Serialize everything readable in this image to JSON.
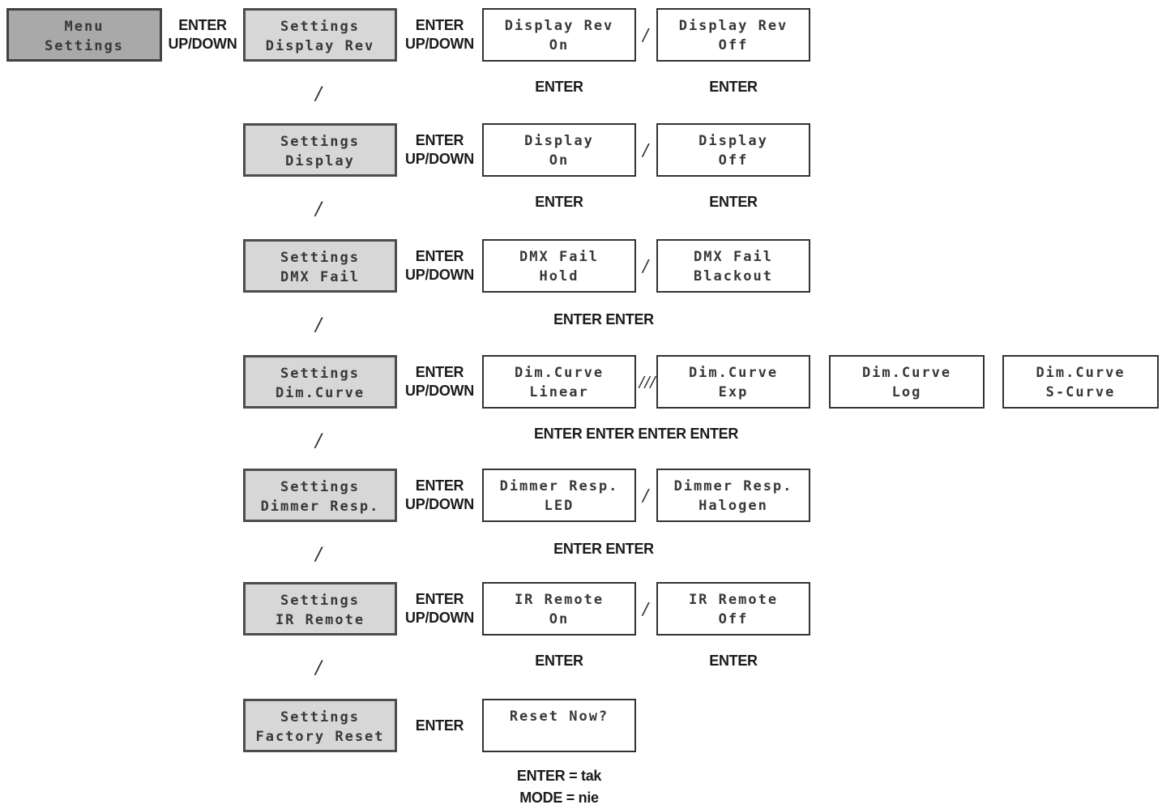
{
  "root": {
    "line1": "Menu",
    "line2": "Settings"
  },
  "root_trans": {
    "line1": "ENTER",
    "line2": "UP/DOWN"
  },
  "rows": [
    {
      "menu": {
        "line1": "Settings",
        "line2": "Display Rev"
      },
      "trans1": "ENTER",
      "trans2": "UP/DOWN",
      "separator": "/",
      "branch_slash": "/",
      "options": [
        {
          "line1": "Display Rev",
          "line2": "On"
        },
        {
          "line1": "Display Rev",
          "line2": "Off"
        }
      ],
      "option_enters": [
        "ENTER",
        "ENTER"
      ]
    },
    {
      "menu": {
        "line1": "Settings",
        "line2": "Display"
      },
      "trans1": "ENTER",
      "trans2": "UP/DOWN",
      "separator": "/",
      "branch_slash": "/",
      "options": [
        {
          "line1": "Display",
          "line2": "On"
        },
        {
          "line1": "Display",
          "line2": "Off"
        }
      ],
      "option_enters": [
        "ENTER",
        "ENTER"
      ]
    },
    {
      "menu": {
        "line1": "Settings",
        "line2": "DMX Fail"
      },
      "trans1": "ENTER",
      "trans2": "UP/DOWN",
      "separator": "/",
      "branch_slash": "/",
      "options": [
        {
          "line1": "DMX Fail",
          "line2": "Hold"
        },
        {
          "line1": "DMX Fail",
          "line2": "Blackout"
        }
      ],
      "below_combined": "ENTER ENTER"
    },
    {
      "menu": {
        "line1": "Settings",
        "line2": "Dim.Curve"
      },
      "trans1": "ENTER",
      "trans2": "UP/DOWN",
      "separator": "///",
      "branch_slash": "/",
      "options": [
        {
          "line1": "Dim.Curve",
          "line2": "Linear"
        },
        {
          "line1": "Dim.Curve",
          "line2": "Exp"
        },
        {
          "line1": "Dim.Curve",
          "line2": "Log"
        },
        {
          "line1": "Dim.Curve",
          "line2": "S-Curve"
        }
      ],
      "below_combined": "ENTER ENTER ENTER ENTER"
    },
    {
      "menu": {
        "line1": "Settings",
        "line2": "Dimmer Resp."
      },
      "trans1": "ENTER",
      "trans2": "UP/DOWN",
      "separator": "/",
      "branch_slash": "/",
      "options": [
        {
          "line1": "Dimmer Resp.",
          "line2": "LED"
        },
        {
          "line1": "Dimmer Resp.",
          "line2": "Halogen"
        }
      ],
      "below_combined": "ENTER ENTER"
    },
    {
      "menu": {
        "line1": "Settings",
        "line2": "IR Remote"
      },
      "trans1": "ENTER",
      "trans2": "UP/DOWN",
      "separator": "/",
      "branch_slash": "/",
      "options": [
        {
          "line1": "IR Remote",
          "line2": "On"
        },
        {
          "line1": "IR Remote",
          "line2": "Off"
        }
      ],
      "option_enters": [
        "ENTER",
        "ENTER"
      ]
    },
    {
      "menu": {
        "line1": "Settings",
        "line2": "Factory Reset"
      },
      "trans1": "ENTER",
      "options": [
        {
          "line1": "Reset Now?",
          "line2": ""
        }
      ],
      "below_lines": [
        "ENTER = tak",
        "MODE = nie"
      ]
    }
  ]
}
